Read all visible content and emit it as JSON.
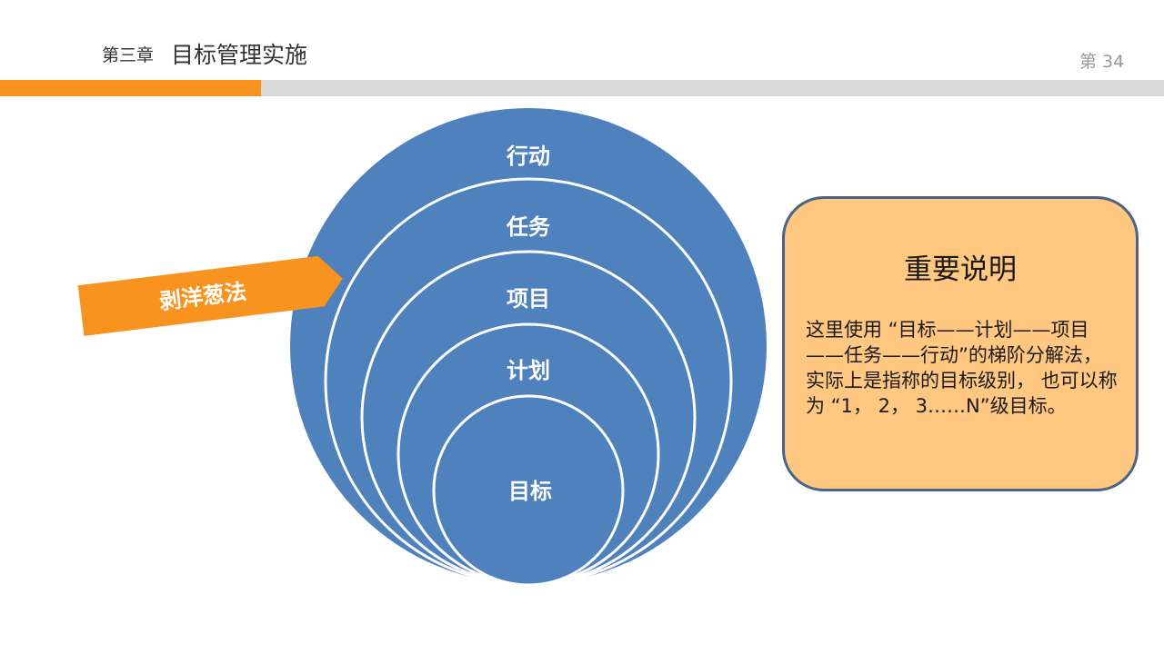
{
  "header": {
    "chapter_label": "第三章",
    "chapter_title": "目标管理实施",
    "page_number": "第 34"
  },
  "colors": {
    "accent_orange": "#f7931e",
    "bar_grey": "#d9d9d9",
    "circle_blue": "#4f81bd",
    "note_fill": "#ffc77f",
    "note_border": "#4a6384"
  },
  "diagram": {
    "layers": [
      "行动",
      "任务",
      "项目",
      "计划",
      "目标"
    ],
    "pointer_label": "剥洋葱法"
  },
  "note": {
    "title": "重要说明",
    "body": "这里使用 “目标——计划——项目——任务——行动”的梯阶分解法， 实际上是指称的目标级别， 也可以称为 “1， 2， 3……N”级目标。"
  }
}
